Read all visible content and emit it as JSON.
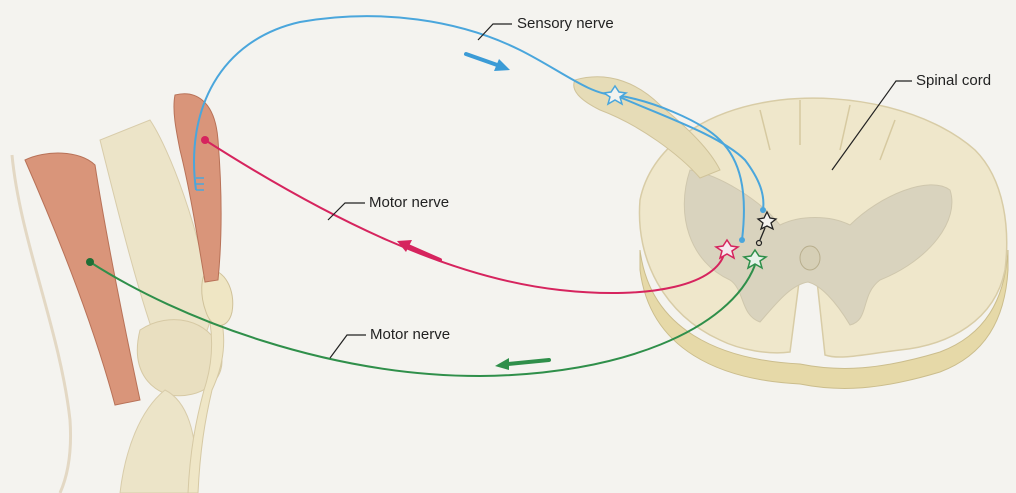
{
  "labels": {
    "sensory_nerve": "Sensory nerve",
    "spinal_cord": "Spinal cord",
    "motor_nerve_upper": "Motor nerve",
    "motor_nerve_lower": "Motor nerve"
  },
  "colors": {
    "background": "#f4f3ef",
    "sensory_nerve": "#4aa6dc",
    "motor_nerve_upper": "#d6245e",
    "motor_nerve_lower": "#2f8f4a",
    "spinal_white_matter": "#efe7cb",
    "spinal_gray_matter": "#d9d3be",
    "muscle": "#d9957a",
    "bone": "#ece4c8"
  },
  "icons": [
    "sensory-direction-arrow-icon",
    "motor-direction-arrow-icon",
    "motor-direction-arrow-icon"
  ]
}
